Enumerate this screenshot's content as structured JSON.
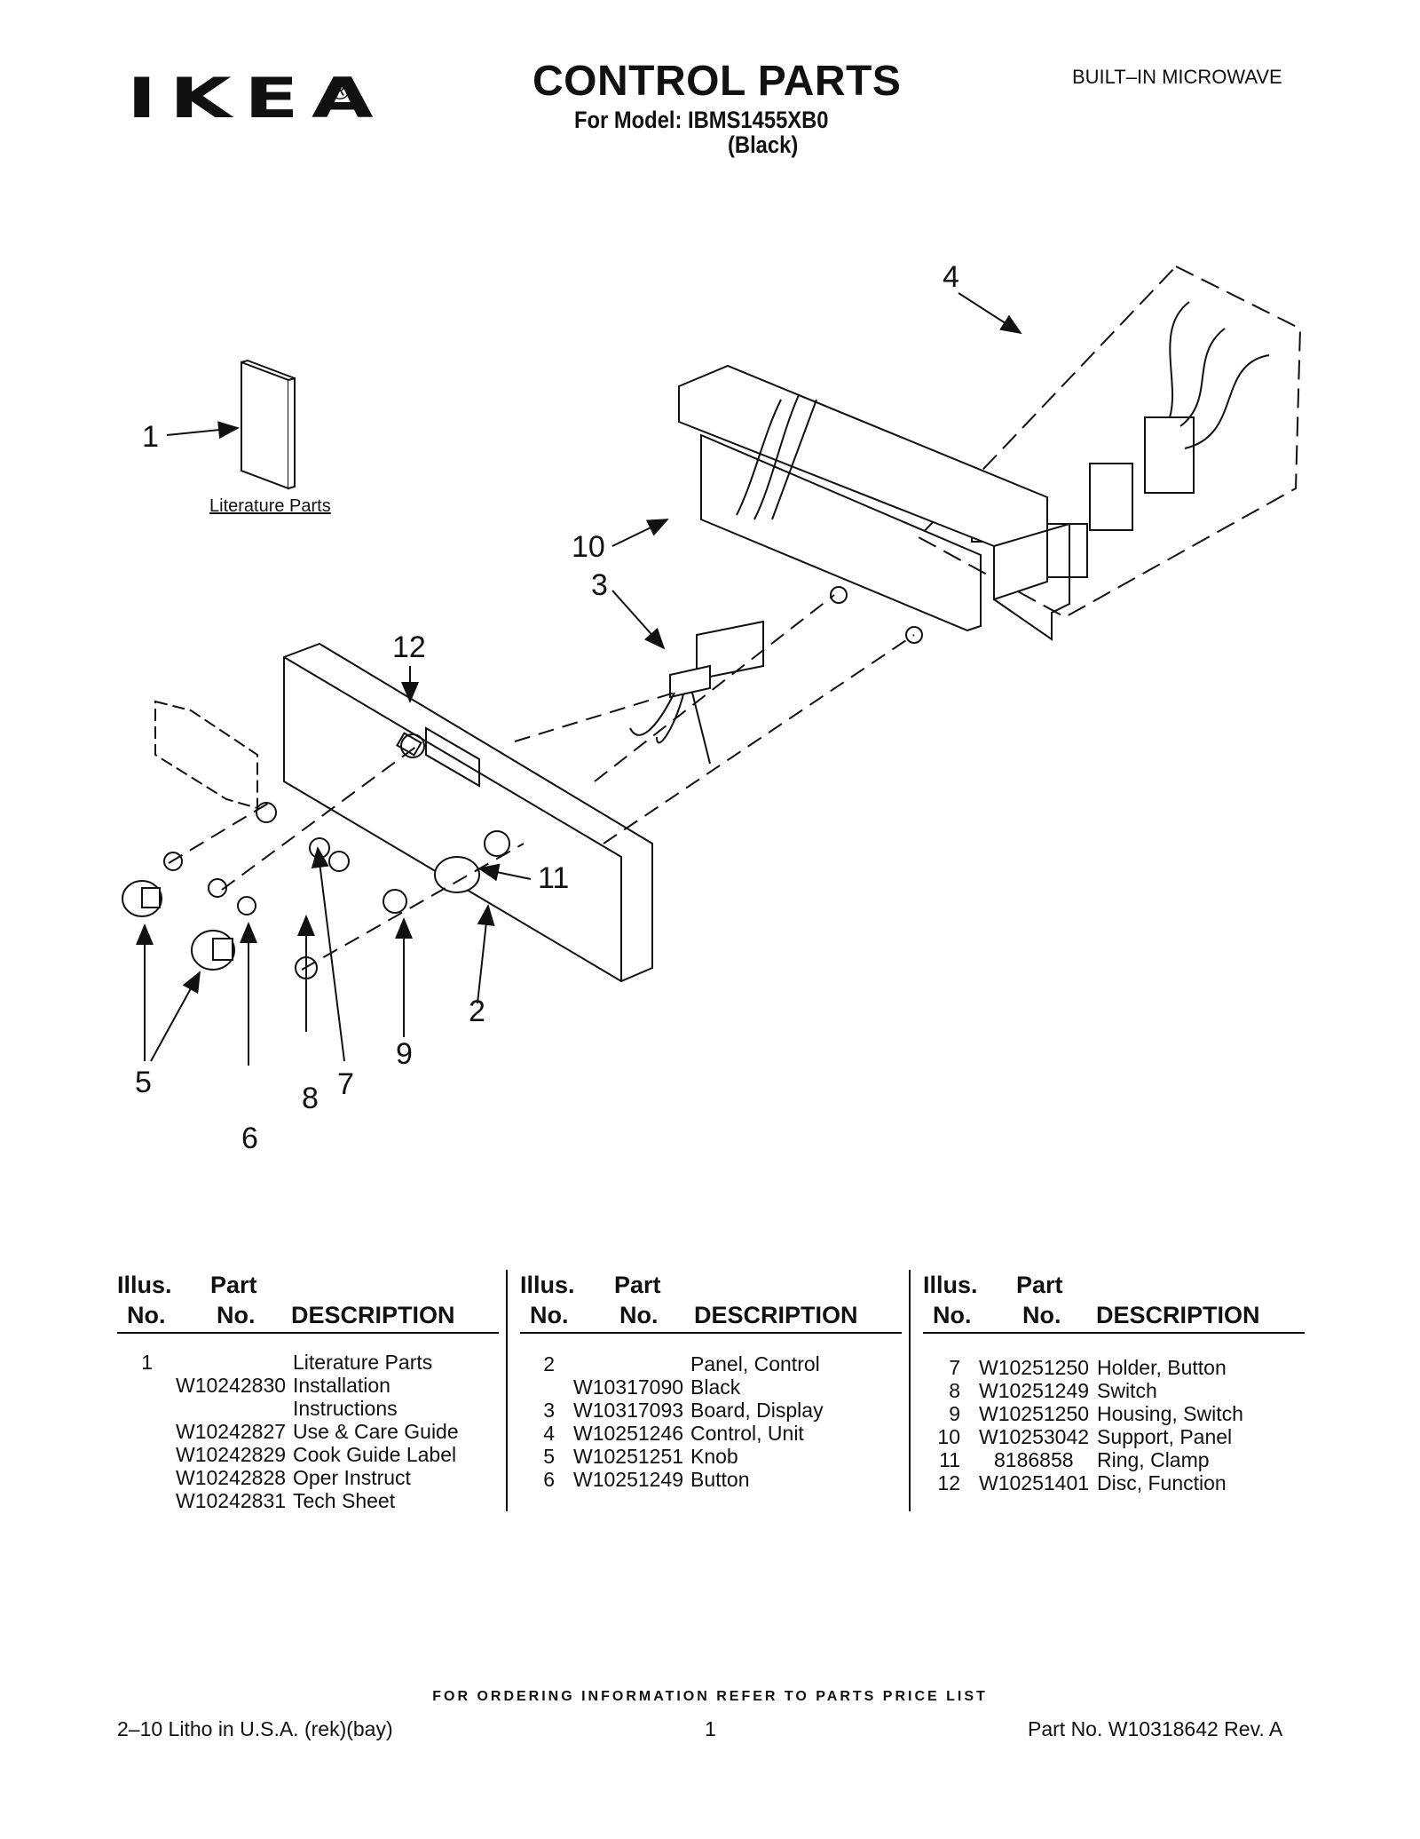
{
  "header": {
    "brand": "IKEA",
    "registered": "®",
    "title": "CONTROL PARTS",
    "model_line": "For Model: IBMS1455XB0",
    "color_line": "(Black)",
    "product": "BUILT–IN MICROWAVE"
  },
  "diagram": {
    "literature_label": "Literature Parts",
    "callouts": [
      "1",
      "2",
      "3",
      "4",
      "5",
      "6",
      "7",
      "8",
      "9",
      "10",
      "11",
      "12"
    ]
  },
  "table": {
    "headers": {
      "illus_1": "Illus.",
      "illus_2": "No.",
      "part_1": "Part",
      "part_2": "No.",
      "description": "DESCRIPTION"
    },
    "columns": [
      [
        {
          "illus": "1",
          "part": "",
          "desc": "Literature Parts"
        },
        {
          "illus": "",
          "part": "W10242830",
          "desc": "Installation"
        },
        {
          "illus": "",
          "part": "",
          "desc": "Instructions"
        },
        {
          "illus": "",
          "part": "W10242827",
          "desc": "Use & Care Guide"
        },
        {
          "illus": "",
          "part": "W10242829",
          "desc": "Cook Guide Label"
        },
        {
          "illus": "",
          "part": "W10242828",
          "desc": "Oper Instruct"
        },
        {
          "illus": "",
          "part": "W10242831",
          "desc": "Tech Sheet"
        }
      ],
      [
        {
          "illus": "2",
          "part": "",
          "desc": "Panel, Control"
        },
        {
          "illus": "",
          "part": "W10317090",
          "desc": "Black"
        },
        {
          "illus": "3",
          "part": "W10317093",
          "desc": "Board, Display"
        },
        {
          "illus": "4",
          "part": "W10251246",
          "desc": "Control, Unit"
        },
        {
          "illus": "5",
          "part": "W10251251",
          "desc": "Knob"
        },
        {
          "illus": "6",
          "part": "W10251249",
          "desc": "Button"
        }
      ],
      [
        {
          "illus": "7",
          "part": "W10251250",
          "desc": "Holder, Button"
        },
        {
          "illus": "8",
          "part": "W10251249",
          "desc": "Switch"
        },
        {
          "illus": "9",
          "part": "W10251250",
          "desc": "Housing, Switch"
        },
        {
          "illus": "10",
          "part": "W10253042",
          "desc": "Support, Panel"
        },
        {
          "illus": "11",
          "part": "8186858",
          "desc": "Ring, Clamp"
        },
        {
          "illus": "12",
          "part": "W10251401",
          "desc": "Disc, Function"
        }
      ]
    ]
  },
  "footer": {
    "ordering": "FOR ORDERING INFORMATION REFER TO PARTS PRICE LIST",
    "litho": "2–10 Litho in U.S.A. (rek)(bay)",
    "page": "1",
    "part_number": "Part No. W10318642 Rev. A"
  }
}
